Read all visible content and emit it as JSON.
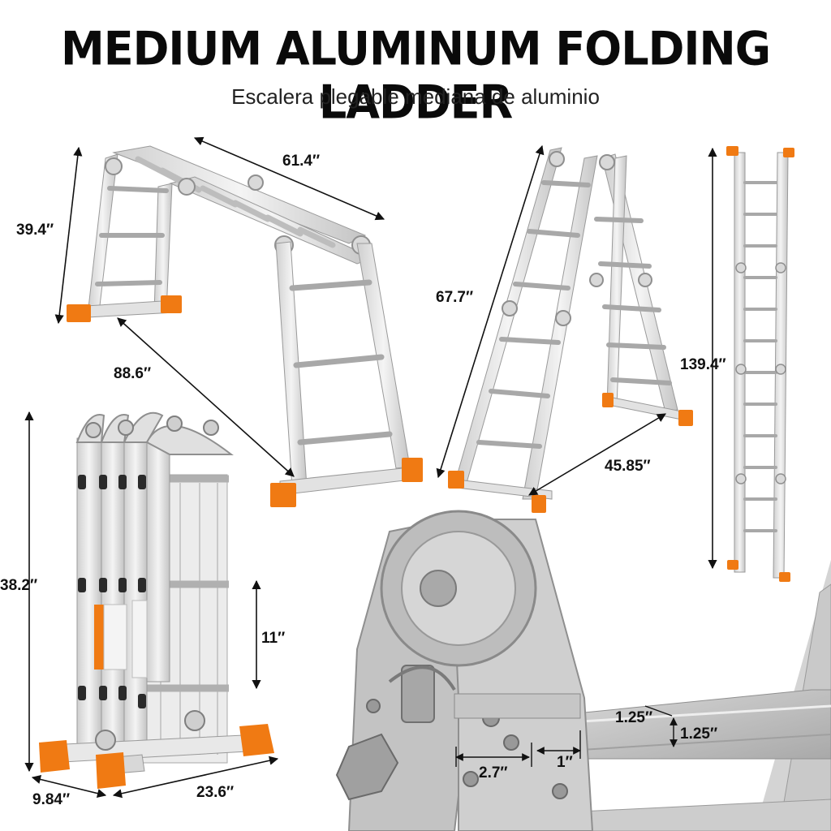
{
  "header": {
    "title": "MEDIUM ALUMINUM FOLDING LADDER",
    "subtitle": "Escalera plegable mediana de aluminio"
  },
  "dimensions": {
    "scaffold_height": "39.4″",
    "scaffold_length": "61.4″",
    "scaffold_diagonal": "88.6″",
    "aframe_height": "67.7″",
    "aframe_base": "45.85″",
    "extension_length": "139.4″",
    "folded_height": "38.2″",
    "rung_spacing": "11″",
    "folded_depth": "9.84″",
    "folded_width": "23.6″",
    "rung_width": "1.25″",
    "rung_height": "1.25″",
    "rail_width": "2.7″",
    "rail_depth": "1″"
  },
  "colors": {
    "accent": "#f07a13",
    "aluminum": "#e6e6e6",
    "aluminum_dark": "#b9b9b9",
    "text": "#111111"
  },
  "icons": {
    "arrow": "double-headed-arrow"
  }
}
